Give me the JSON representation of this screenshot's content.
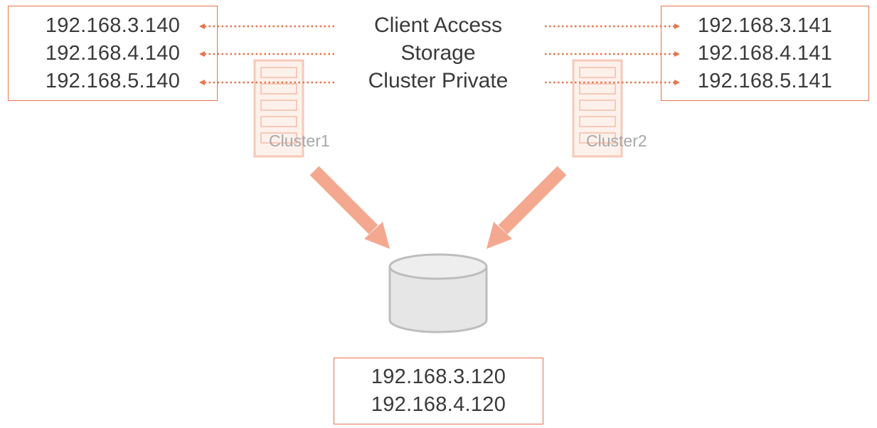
{
  "networks": {
    "client_access": "Client Access",
    "storage": "Storage",
    "cluster_private": "Cluster Private"
  },
  "cluster1": {
    "label": "Cluster1",
    "ips": [
      "192.168.3.140",
      "192.168.4.140",
      "192.168.5.140"
    ]
  },
  "cluster2": {
    "label": "Cluster2",
    "ips": [
      "192.168.3.141",
      "192.168.4.141",
      "192.168.5.141"
    ]
  },
  "storage_target": {
    "ips": [
      "192.168.3.120",
      "192.168.4.120"
    ]
  },
  "colors": {
    "accent": "#e8734a",
    "arrow_fill": "#f4a890",
    "server_faded": "#f7c9b8",
    "disk_fill": "#e6e6e6",
    "disk_stroke": "#bdbdbd",
    "text": "#3a3a3a",
    "cluster_label": "#a8a8a8"
  },
  "icons": {
    "server": "server-rack-icon",
    "disk": "storage-disk-icon"
  }
}
